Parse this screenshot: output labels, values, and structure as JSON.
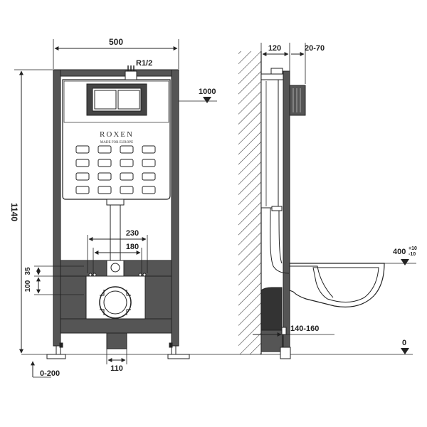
{
  "dimensions": {
    "width": "500",
    "thread": "R1/2",
    "height_level": "1000",
    "frame_height": "1140",
    "spacing_230": "230",
    "spacing_180": "180",
    "dim_35": "35",
    "dim_100": "100",
    "outlet_width": "110",
    "foot_adjust": "0-200",
    "depth": "120",
    "wall_gap": "20-70",
    "bowl_height": "400",
    "bowl_tol_plus": "+10",
    "bowl_tol_minus": "-10",
    "outlet_range": "140-160",
    "floor_level": "0"
  },
  "brand": {
    "name": "ROXEN",
    "tagline": "MADE FOR EUROPE"
  },
  "colors": {
    "frame": "#3a3a3a",
    "tank": "#ffffff",
    "line": "#222222"
  }
}
